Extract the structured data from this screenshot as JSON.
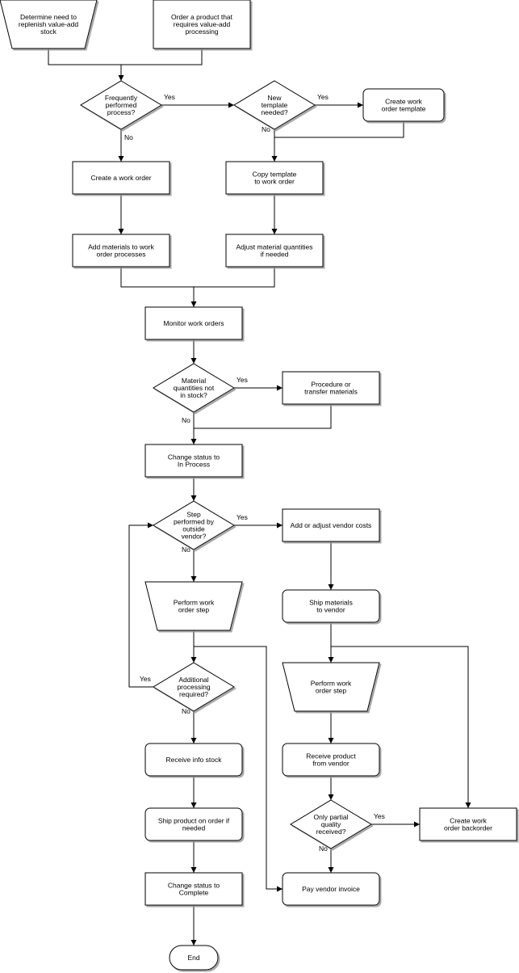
{
  "nodes": {
    "determine_need": [
      "Determine need to",
      "replenish value-add",
      "stock"
    ],
    "order_product": [
      "Order a product that",
      "requires value-add",
      "processing"
    ],
    "frequently_performed": [
      "Frequently",
      "performed",
      "process?"
    ],
    "new_template": [
      "New",
      "template",
      "needed?"
    ],
    "create_template": [
      "Create work",
      "order template"
    ],
    "create_work_order": [
      "Create a work order"
    ],
    "copy_template": [
      "Copy template",
      "to work order"
    ],
    "add_materials": [
      "Add materials to work",
      "order processes"
    ],
    "adjust_quantities": [
      "Adjust material quantities",
      "if needed"
    ],
    "monitor": [
      "Monitor work orders"
    ],
    "materials_not_in_stock": [
      "Material",
      "quantities not",
      "in stock?"
    ],
    "procure_transfer": [
      "Procedure or",
      "transfer materials"
    ],
    "status_in_process": [
      "Change status to",
      "In Process"
    ],
    "step_outside_vendor": [
      "Step",
      "performed by",
      "outside",
      "vendor?"
    ],
    "vendor_costs": [
      "Add or adjust vendor costs"
    ],
    "perform_step_internal": [
      "Perform work",
      "order step"
    ],
    "ship_to_vendor": [
      "Ship materials",
      "to vendor"
    ],
    "additional_processing": [
      "Additional",
      "processing",
      "required?"
    ],
    "perform_step_vendor": [
      "Perform work",
      "order step"
    ],
    "receive_stock": [
      "Receive info stock"
    ],
    "receive_from_vendor": [
      "Receive product",
      "from vendor"
    ],
    "ship_on_order": [
      "Ship product on order if",
      "needed"
    ],
    "partial_quality": [
      "Only partial",
      "quality",
      "received?"
    ],
    "create_backorder": [
      "Create work",
      "order backorder"
    ],
    "status_complete": [
      "Change status to",
      "Complete"
    ],
    "pay_invoice": [
      "Pay vendor invoice"
    ],
    "end": [
      "End"
    ]
  },
  "edge_labels": {
    "yes": "Yes",
    "no": "No"
  }
}
